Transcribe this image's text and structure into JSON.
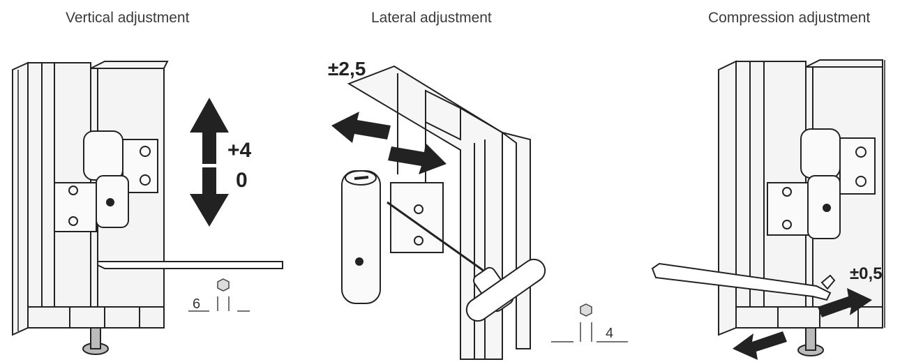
{
  "panels": [
    {
      "title": "Vertical adjustment",
      "labels": {
        "up": "+4",
        "down": "0",
        "hex_size": "6"
      }
    },
    {
      "title": "Lateral adjustment",
      "labels": {
        "range": "±2,5",
        "hex_size": "4"
      }
    },
    {
      "title": "Compression adjustment",
      "labels": {
        "range": "±0,5"
      }
    }
  ],
  "icons": [
    "hex-key-icon",
    "double-arrow-icon",
    "hinge-icon",
    "allen-key-icon",
    "t-handle-wrench-icon"
  ]
}
